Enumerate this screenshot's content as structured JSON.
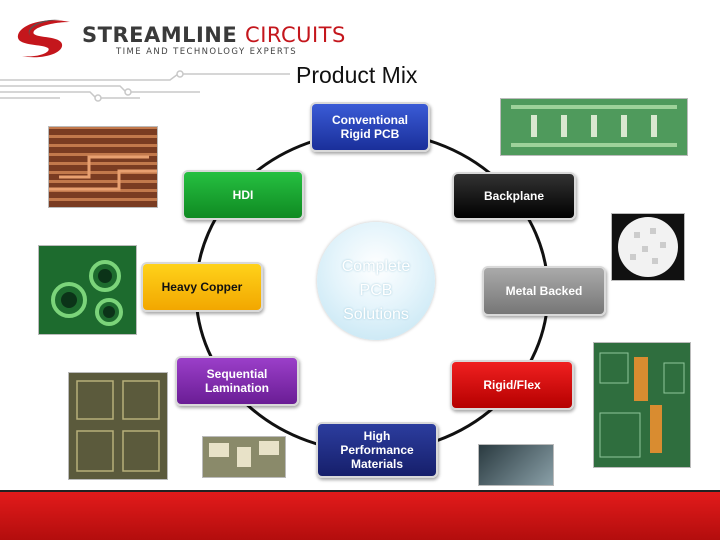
{
  "brand": {
    "name_main": "STREAMLINE",
    "name_accent": "CIRCUITS",
    "tagline": "TIME AND TECHNOLOGY EXPERTS"
  },
  "page_title": "Product Mix",
  "center": {
    "label": "Complete\nPCB\nSolutions"
  },
  "nodes": {
    "conventional": "Conventional\nRigid PCB",
    "hdi": "HDI",
    "backplane": "Backplane",
    "heavy_copper": "Heavy Copper",
    "metal_backed": "Metal Backed",
    "sequential": "Sequential\nLamination",
    "rigid_flex": "Rigid/Flex",
    "high_performance": "High\nPerformance\nMaterials"
  },
  "colors": {
    "brand_red": "#c4161c",
    "footer_red": "#d41414",
    "ring": "#111111"
  },
  "icons": [
    "swoosh-logo-icon"
  ]
}
